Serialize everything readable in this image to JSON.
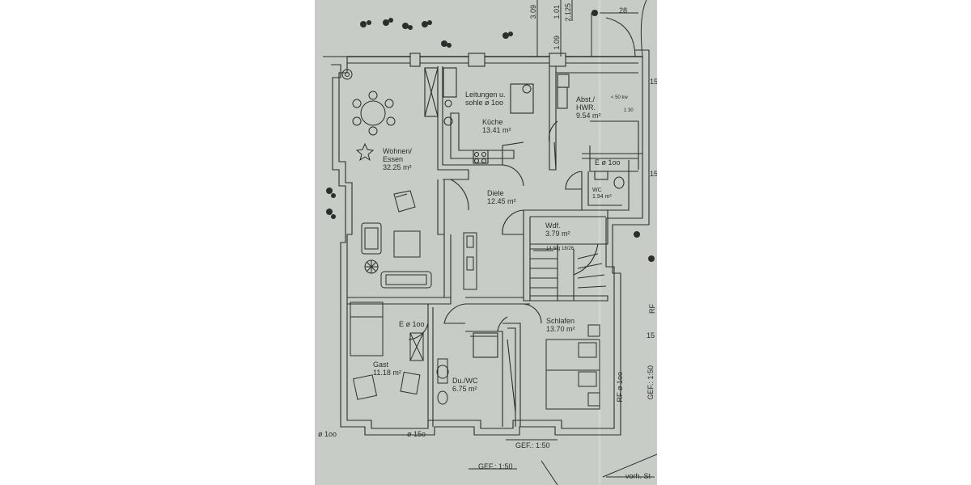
{
  "colors": {
    "paper": "#c7ccc6",
    "ink": "#2b2e2c",
    "wall_fill": "#d6dad5",
    "page": "#ffffff"
  },
  "rooms": {
    "wohnen": {
      "name": "Wohnen/\nEssen",
      "line1": "Wohnen/",
      "line2": "Essen",
      "area": "32.25 m²"
    },
    "kueche": {
      "name": "Küche",
      "area": "13.41 m²"
    },
    "leitungen": {
      "line1": "Leitungen u.",
      "line2": "sohle ø 1oo"
    },
    "abst": {
      "line1": "Abst./",
      "line2": "HWR.",
      "area": "9.54 m²"
    },
    "diele": {
      "name": "Diele",
      "area": "12.45 m²"
    },
    "wc": {
      "name": "WC",
      "area": "1.94 m²"
    },
    "wdf": {
      "name": "Wdf.",
      "area": "3.79 m²"
    },
    "schlafen": {
      "name": "Schlafen",
      "area": "13.70 m²"
    },
    "gast": {
      "name": "Gast",
      "area": "11.18 m²"
    },
    "du_wc": {
      "name": "Du./WC",
      "area": "6.75 m²"
    }
  },
  "annotations": {
    "e_100_top": "E ø 1oo",
    "e_100_left": "E ø 1oo",
    "stairs": "14 Stg 18/26",
    "scale_inner": "GEF.: 1:50",
    "scale_outer": "GEF.: 1:50",
    "rf_right": "RF ø 1oo",
    "pipe_left": "ø 1oo",
    "pipe_bottom": "ø 15o",
    "pipe_small": "< 50 kw",
    "pipe_small2": "1 30",
    "vorh": "vorh. St",
    "gef_right": "GEF.: 1:50",
    "right_edge_1": "15",
    "right_edge_2": "15",
    "right_edge_3": "RF",
    "right_edge_4": "15"
  },
  "dimensions": {
    "d1": "3.09",
    "d2": "1.01",
    "d3": "2.125",
    "d4": "1.09",
    "d5": "28"
  },
  "icons": [
    "plant-icon",
    "tree-icon",
    "dining-table-icon",
    "sofa-icon",
    "bed-icon",
    "stove-icon",
    "toilet-icon",
    "sink-icon"
  ]
}
